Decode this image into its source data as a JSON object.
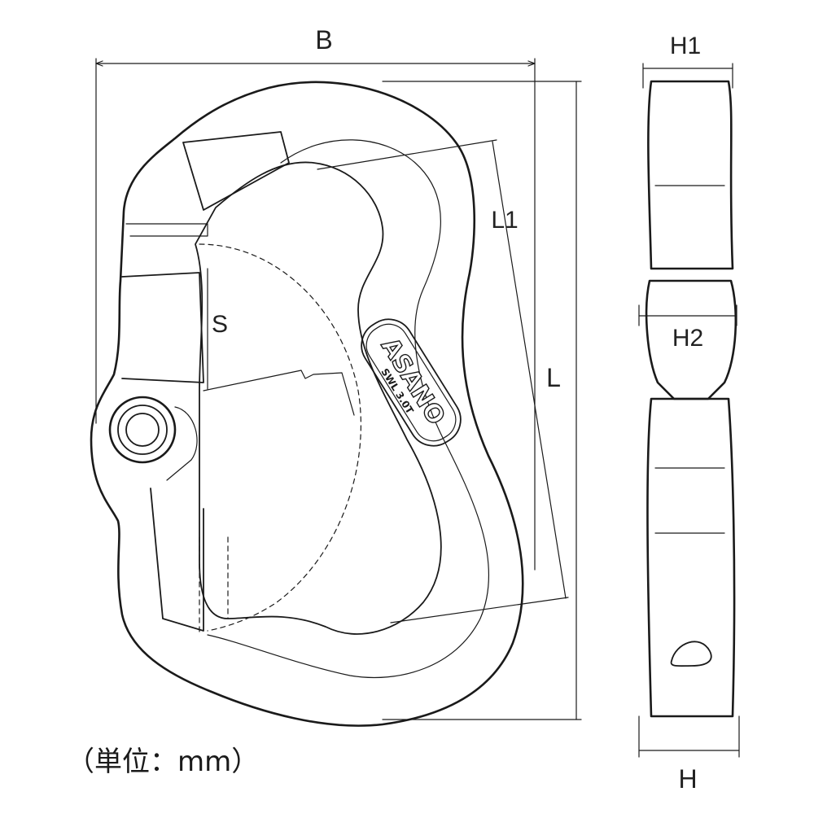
{
  "dimensions": {
    "width": "B",
    "length": "L",
    "inner_length": "L1",
    "gate_opening": "S",
    "thickness": "H",
    "thickness_top": "H1",
    "thickness_mid": "H2"
  },
  "brand": {
    "name": "ASANO",
    "rating": "SWL 3.0T"
  },
  "unit_note": "（単位：mm）",
  "colors": {
    "line": "#1a1a1a",
    "background": "#ffffff"
  }
}
